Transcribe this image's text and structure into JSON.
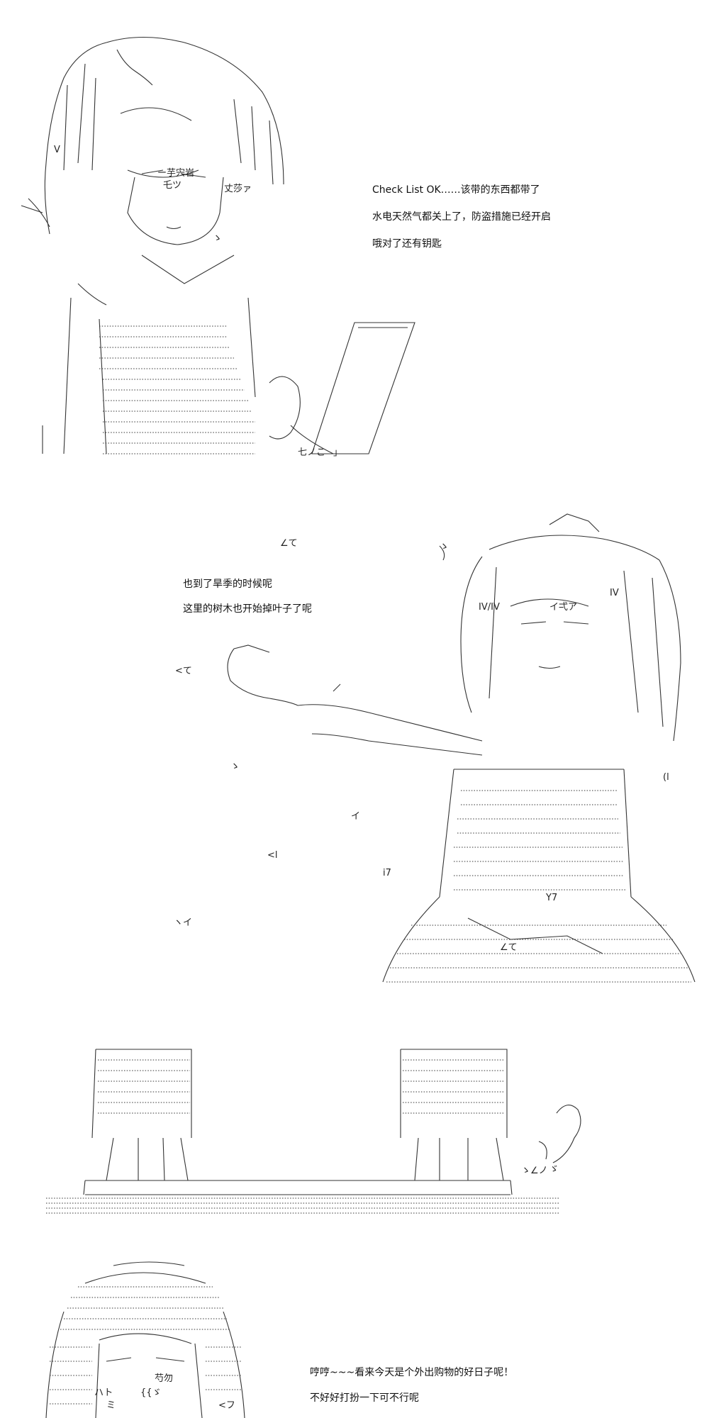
{
  "panels": [
    {
      "id": "checklist",
      "lines": [
        "Check List OK……该带的东西都带了",
        "水电天然气都关上了，防盗措施已经开启",
        "哦对了还有钥匙"
      ],
      "art_glyphs": [
        "ー芋宍岩",
        "乇ツ",
        "丈莎ァ",
        "V",
        "ゝ",
        "」",
        "七ノこ"
      ]
    },
    {
      "id": "dry-season",
      "lines": [
        "也到了旱季的时候呢",
        "这里的树木也开始掉叶子了呢"
      ],
      "sfx": [
        "∠て",
        "<て",
        "∠て",
        "ゝ",
        "<l",
        "i7",
        "ヽイ",
        "イ",
        "ゝ",
        "(l",
        "Y7",
        "イ弌ア",
        "ΙV",
        "ΙV/ΙV"
      ]
    },
    {
      "id": "dog-bed",
      "sfx": [
        "ゝ",
        "∠ノ",
        "ゞ"
      ]
    },
    {
      "id": "shopping",
      "lines": [
        "哼哼~~~看来今天是个外出购物的好日子呢！",
        "不好好打扮一下可不行呢"
      ],
      "art_glyphs": [
        "芍勿",
        "ハト",
        "{{ゞ",
        "ミ",
        "<フ"
      ]
    }
  ]
}
